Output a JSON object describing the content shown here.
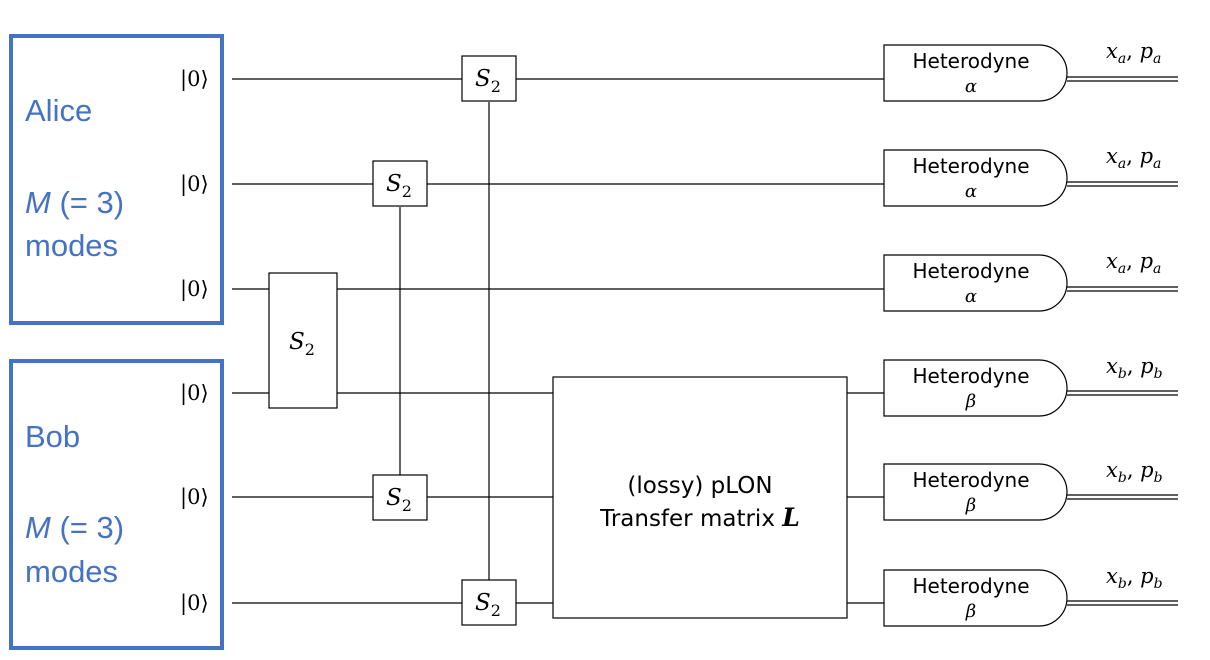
{
  "alice": {
    "name": "Alice",
    "m_symbol": "M",
    "m_rest": " (= 3)",
    "modes": "modes"
  },
  "bob": {
    "name": "Bob",
    "m_symbol": "M",
    "m_rest": " (= 3)",
    "modes": "modes"
  },
  "input_ket": {
    "bar": "|",
    "zero": "0",
    "angle": "⟩"
  },
  "gate": {
    "symbol": "S",
    "subscript": "2"
  },
  "plon": {
    "line1": "(lossy) pLON",
    "line2_text": "Transfer matrix ",
    "line2_symbol": "L"
  },
  "detectors": [
    {
      "label": "Heterodyne",
      "param": "α",
      "out_x": "x",
      "out_x_sub": "a",
      "sep": ", ",
      "out_p": "p",
      "out_p_sub": "a"
    },
    {
      "label": "Heterodyne",
      "param": "α",
      "out_x": "x",
      "out_x_sub": "a",
      "sep": ", ",
      "out_p": "p",
      "out_p_sub": "a"
    },
    {
      "label": "Heterodyne",
      "param": "α",
      "out_x": "x",
      "out_x_sub": "a",
      "sep": ", ",
      "out_p": "p",
      "out_p_sub": "a"
    },
    {
      "label": "Heterodyne",
      "param": "β",
      "out_x": "x",
      "out_x_sub": "b",
      "sep": ", ",
      "out_p": "p",
      "out_p_sub": "b"
    },
    {
      "label": "Heterodyne",
      "param": "β",
      "out_x": "x",
      "out_x_sub": "b",
      "sep": ", ",
      "out_p": "p",
      "out_p_sub": "b"
    },
    {
      "label": "Heterodyne",
      "param": "β",
      "out_x": "x",
      "out_x_sub": "b",
      "sep": ", ",
      "out_p": "p",
      "out_p_sub": "b"
    }
  ],
  "colors": {
    "panel_border": "#4472c4",
    "panel_text": "#4472c4",
    "ink": "#000000"
  }
}
